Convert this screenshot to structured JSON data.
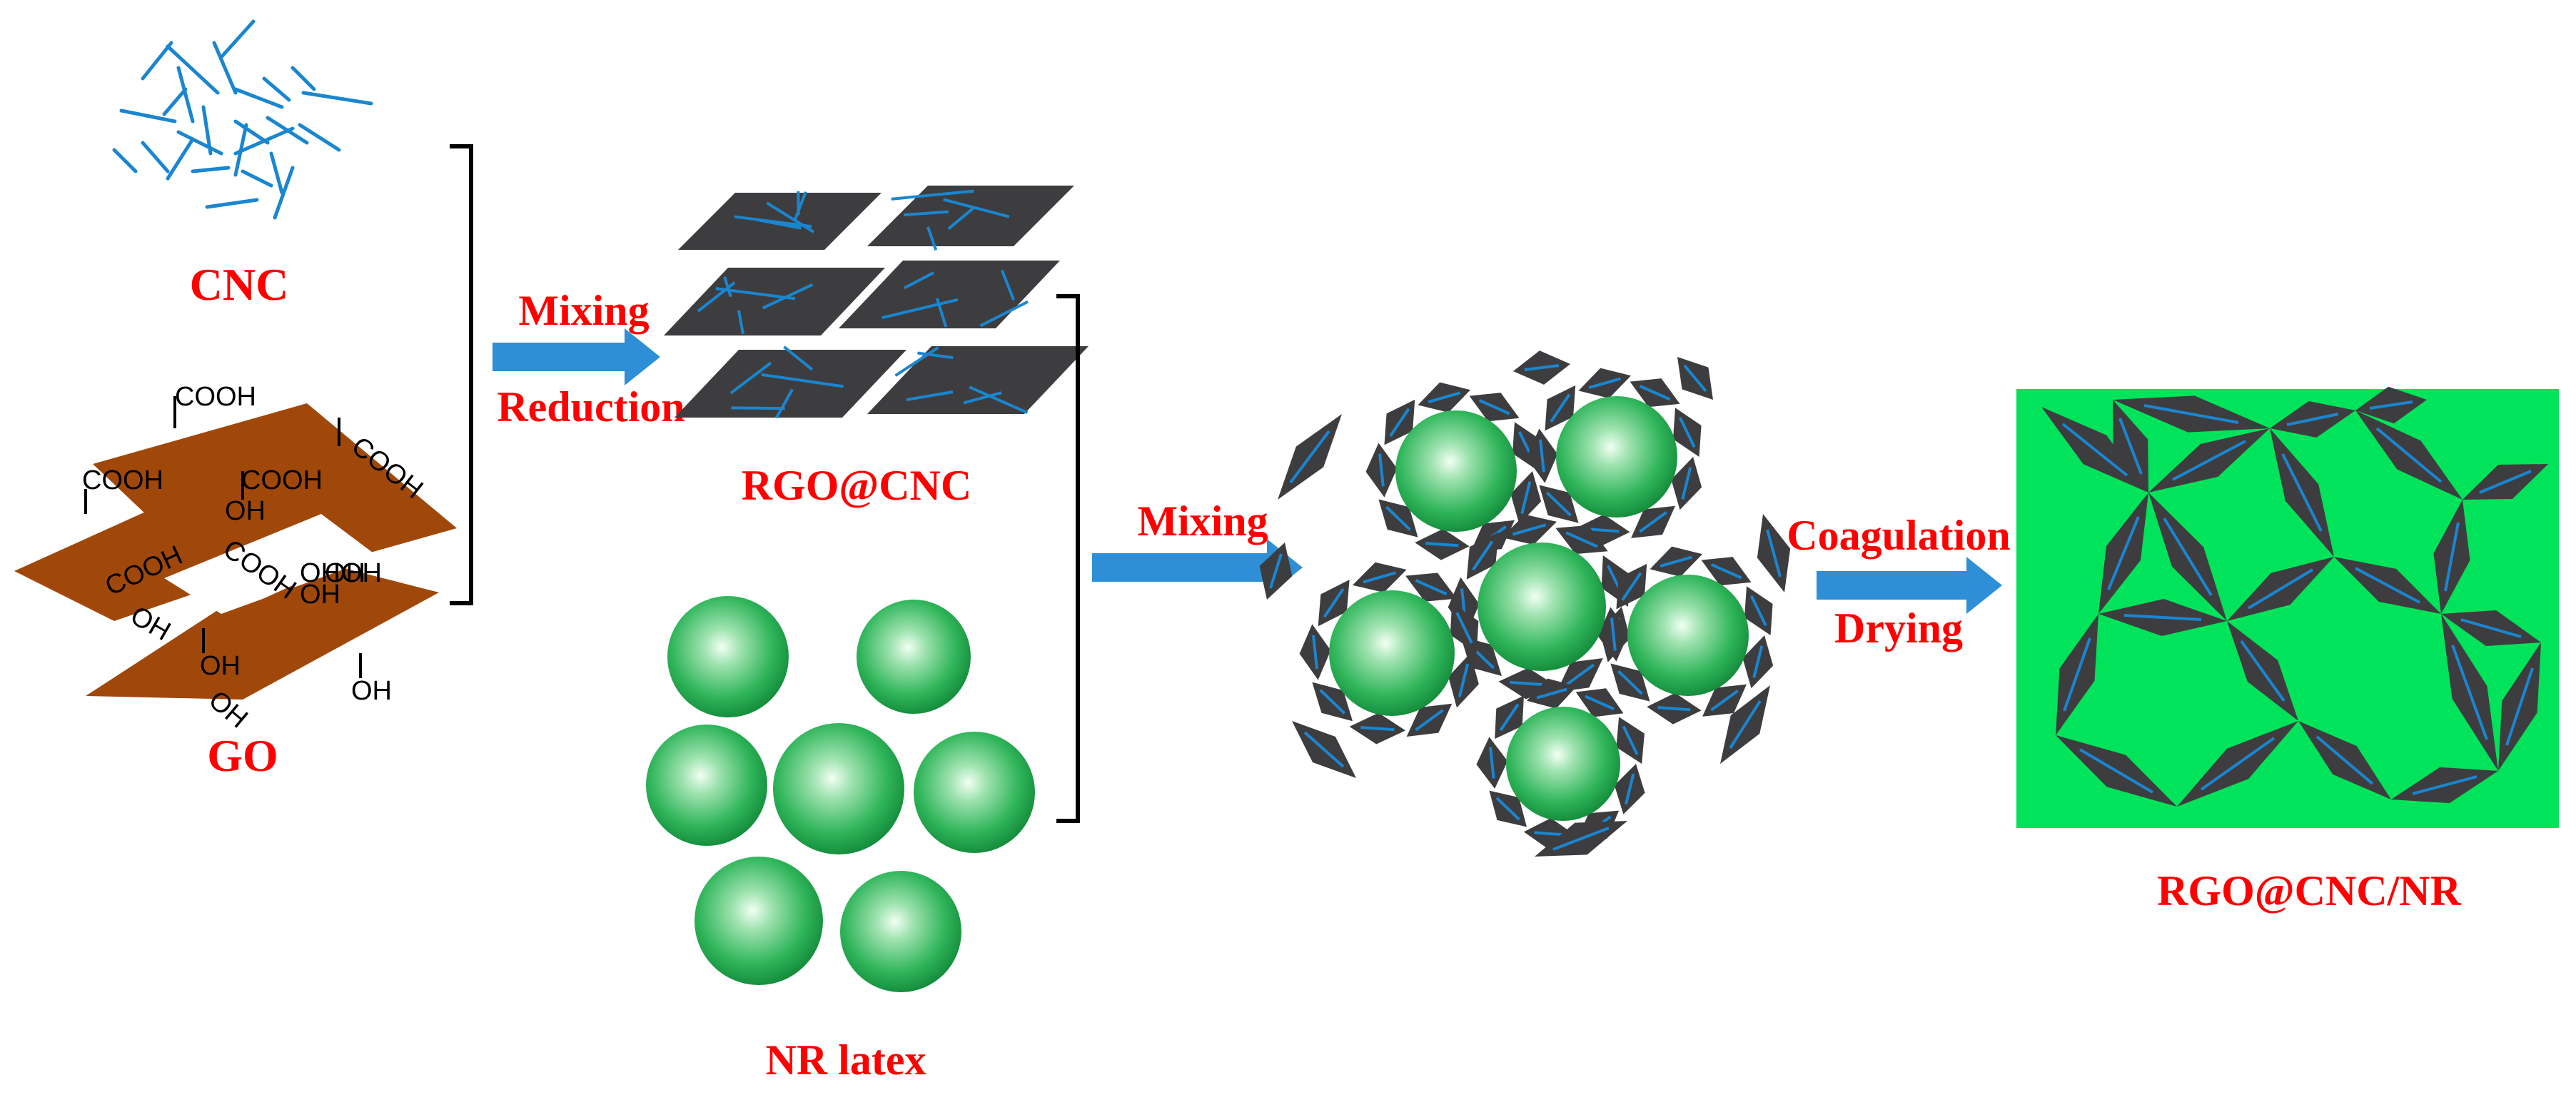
{
  "labels": {
    "cnc": "CNC",
    "go": "GO",
    "rgo_cnc": "RGO@CNC",
    "nr_latex": "NR latex",
    "final": "RGO@CNC/NR"
  },
  "arrows": {
    "first_top": "Mixing",
    "first_bottom": "Reduction",
    "second_top": "Mixing",
    "third_top": "Coagulation",
    "third_bottom": "Drying"
  },
  "groups": {
    "cooh": "COOH",
    "oh": "OH"
  },
  "colors": {
    "label_red": "#ff0000",
    "arrow_blue": "#2e8fd6",
    "cnc_blue": "#1a86d0",
    "go_brown": "#a0480a",
    "rgo_dark": "#3d3d3f",
    "latex_green": "#1fa64a",
    "matrix_green": "#00e35a"
  }
}
